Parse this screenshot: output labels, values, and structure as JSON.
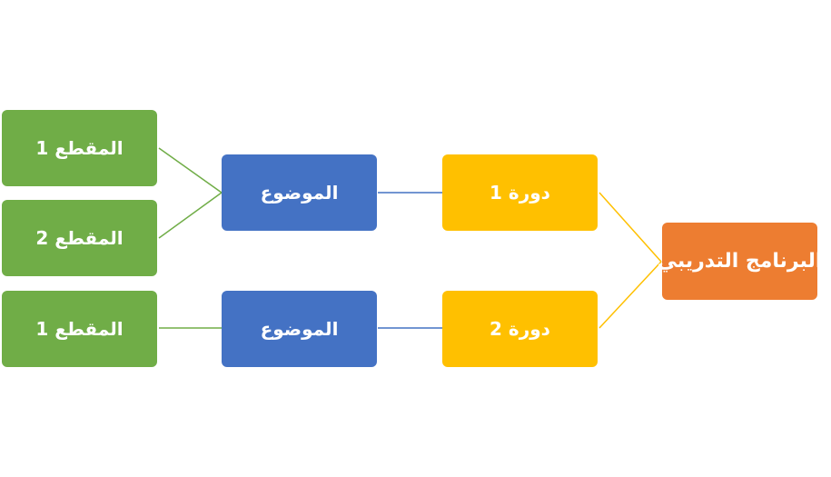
{
  "program": {
    "label": "البرنامج التدريبي"
  },
  "courses": [
    {
      "label": "دورة 1"
    },
    {
      "label": "دورة 2"
    }
  ],
  "topics": [
    {
      "label": "الموضوع"
    },
    {
      "label": "الموضوع"
    }
  ],
  "segments": [
    {
      "label": "المقطع 1"
    },
    {
      "label": "المقطع 2"
    },
    {
      "label": "المقطع 1"
    }
  ],
  "colors": {
    "program": "#ED7D31",
    "course": "#FFC000",
    "topic": "#4472C4",
    "segment": "#70AD47"
  }
}
